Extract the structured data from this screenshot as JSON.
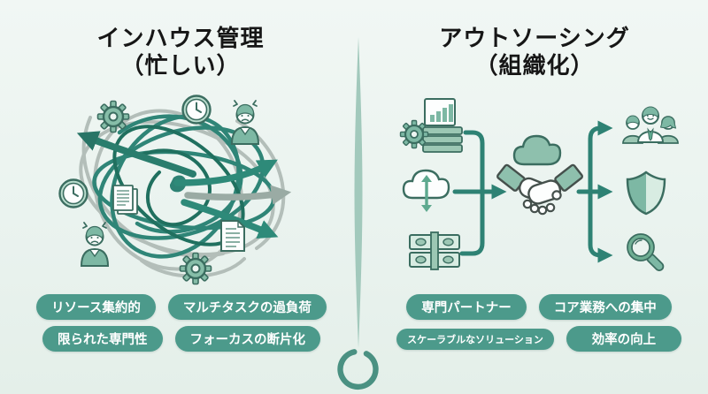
{
  "left_panel": {
    "title_line1": "インハウス管理",
    "title_line2": "（忙しい）",
    "tags": [
      "リソース集約的",
      "マルチタスクの過負荷",
      "限られた専門性",
      "フォーカスの断片化"
    ],
    "icons": [
      "gear-icon",
      "clock-icon",
      "stressed-person-icon",
      "clock-icon",
      "documents-icon",
      "stressed-person-icon",
      "document-icon",
      "gear-icon",
      "tangled-lines",
      "outward-arrows"
    ]
  },
  "right_panel": {
    "title_line1": "アウトソーシング",
    "title_line2": "（組織化）",
    "tags": [
      "専門パートナー",
      "コア業務への集中",
      "スケーラブルなソリューション",
      "効率の向上"
    ],
    "flow": {
      "sources": [
        "analytics-server-gear-icon",
        "cloud-sync-icon",
        "money-icon"
      ],
      "hub": "handshake-cloud-icon",
      "outcomes": [
        "team-icon",
        "shield-icon",
        "magnifier-icon"
      ]
    }
  },
  "footer": {
    "logo": "enso-circle-logo"
  },
  "colors": {
    "background": "#eaf3ef",
    "accent_teal": "#2e8274",
    "dark_outline": "#3b6d60",
    "icon_fill": "#8ec0ad",
    "light_fill": "#d8ece2",
    "pill": "#4c9a8b",
    "gray_line": "#b3beb9",
    "title_text": "#161616"
  }
}
